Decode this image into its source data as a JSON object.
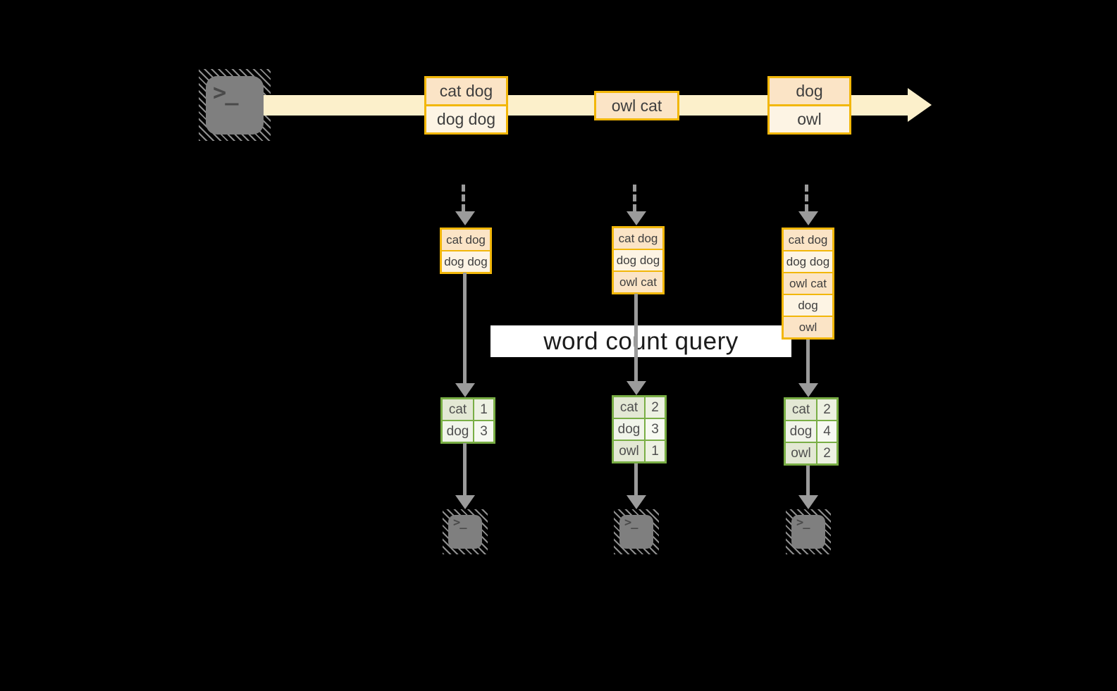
{
  "banner": {
    "label": "word count query"
  },
  "terminal": {
    "prompt": ">_"
  },
  "stream": {
    "messages": [
      {
        "lines": [
          "cat dog",
          "dog dog"
        ]
      },
      {
        "lines": [
          "owl cat"
        ]
      },
      {
        "lines": [
          "dog",
          "owl"
        ]
      }
    ]
  },
  "consumers": [
    {
      "received": [
        "cat dog",
        "dog dog"
      ],
      "counts": [
        {
          "word": "cat",
          "count": "1"
        },
        {
          "word": "dog",
          "count": "3"
        }
      ]
    },
    {
      "received": [
        "cat dog",
        "dog dog",
        "owl cat"
      ],
      "counts": [
        {
          "word": "cat",
          "count": "2"
        },
        {
          "word": "dog",
          "count": "3"
        },
        {
          "word": "owl",
          "count": "1"
        }
      ]
    },
    {
      "received": [
        "cat dog",
        "dog dog",
        "owl cat",
        "dog",
        "owl"
      ],
      "counts": [
        {
          "word": "cat",
          "count": "2"
        },
        {
          "word": "dog",
          "count": "4"
        },
        {
          "word": "owl",
          "count": "2"
        }
      ]
    }
  ],
  "colors": {
    "background": "#000000",
    "stream_band": "#fcf0cb",
    "box_border_orange": "#f2b70a",
    "box_fill_peach": "#fbe4c6",
    "box_fill_cream": "#fdf4e4",
    "table_border_green": "#79ae45",
    "table_fill_dark": "#e3e8d4",
    "table_fill_light": "#f1f4ea",
    "arrow_gray": "#9b9b9b",
    "terminal_gray": "#7f7f7f",
    "banner_bg": "#ffffff"
  }
}
